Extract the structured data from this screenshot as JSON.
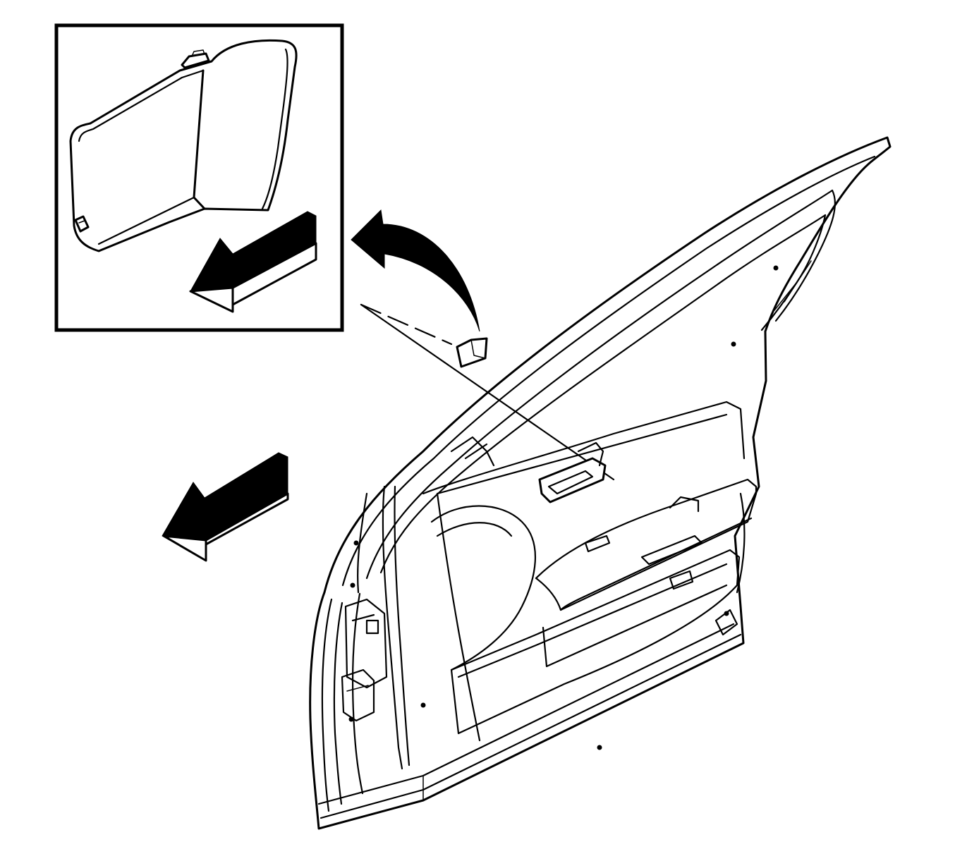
{
  "figure": {
    "ink_color": "#000000",
    "background_color": "#ffffff",
    "parts": [
      "door-assembly",
      "door-trim-panel",
      "water-deflector-clip",
      "detail-view",
      "removal-arrow",
      "direction-arrow"
    ]
  }
}
